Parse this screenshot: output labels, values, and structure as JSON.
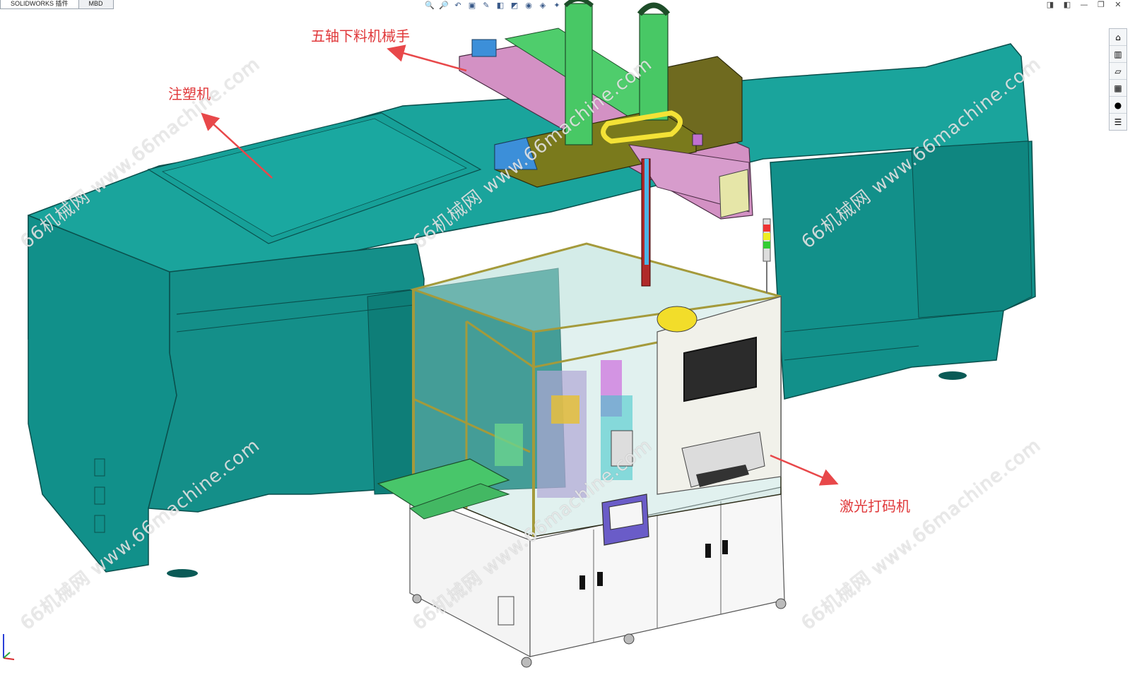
{
  "tabs": [
    {
      "label": "SOLIDWORKS 插件"
    },
    {
      "label": "MBD"
    }
  ],
  "hud_tools": [
    {
      "icon": "zoom-to-fit-icon",
      "glyph": "🔍"
    },
    {
      "icon": "zoom-area-icon",
      "glyph": "🔎"
    },
    {
      "icon": "previous-view-icon",
      "glyph": "↶"
    },
    {
      "icon": "section-view-icon",
      "glyph": "▣"
    },
    {
      "icon": "dynamic-annotation-icon",
      "glyph": "✎"
    },
    {
      "icon": "view-orientation-icon",
      "glyph": "◧"
    },
    {
      "icon": "display-style-icon",
      "glyph": "◩"
    },
    {
      "icon": "hide-show-icon",
      "glyph": "◉"
    },
    {
      "icon": "edit-appearance-icon",
      "glyph": "◈"
    },
    {
      "icon": "apply-scene-icon",
      "glyph": "✦"
    },
    {
      "icon": "view-settings-icon",
      "glyph": "▭"
    }
  ],
  "window_controls": [
    {
      "icon": "restore-left-icon",
      "glyph": "◨"
    },
    {
      "icon": "restore-right-icon",
      "glyph": "◧"
    },
    {
      "icon": "minimize-icon",
      "glyph": "—"
    },
    {
      "icon": "maximize-icon",
      "glyph": "❐"
    },
    {
      "icon": "close-icon",
      "glyph": "✕"
    }
  ],
  "task_pane": [
    {
      "icon": "home-icon",
      "glyph": "⌂"
    },
    {
      "icon": "design-library-icon",
      "glyph": "▥"
    },
    {
      "icon": "file-explorer-icon",
      "glyph": "▱"
    },
    {
      "icon": "view-palette-icon",
      "glyph": "▦"
    },
    {
      "icon": "appearances-icon",
      "glyph": "●"
    },
    {
      "icon": "custom-properties-icon",
      "glyph": "☰"
    }
  ],
  "callouts": {
    "robot": "五轴下料机械手",
    "injection_machine": "注塑机",
    "laser_marker": "激光打码机"
  },
  "watermarks": [
    "66机械网 www.66machine.com",
    "66机械网 www.66machine.com",
    "66机械网 www.66machine.com",
    "66机械网 www.66machine.com",
    "66机械网 www.66machine.com",
    "66机械网 www.66machine.com"
  ],
  "colors": {
    "machine_teal": "#12938d",
    "machine_dark": "#0c6e69",
    "robot_pink": "#d08fc1",
    "robot_green": "#3ec85a",
    "robot_blue": "#3c8fd9",
    "frame_gold": "#a49a3b",
    "callout_red": "#e0393b"
  }
}
